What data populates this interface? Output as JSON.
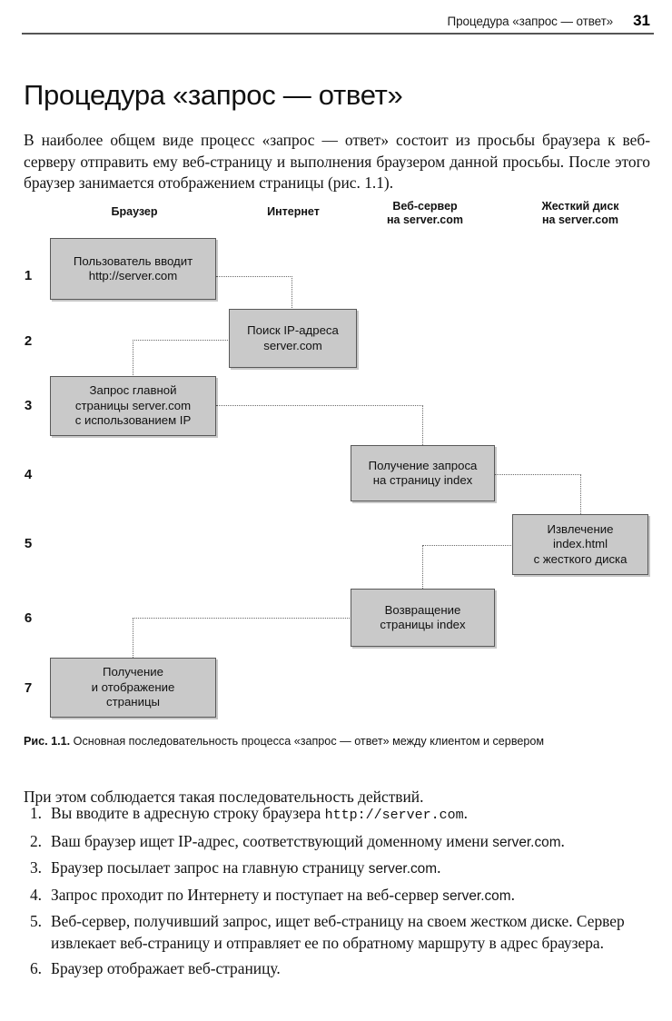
{
  "header": {
    "title": "Процедура «запрос — ответ»",
    "folio": "31"
  },
  "chapter": {
    "title": "Процедура «запрос — ответ»",
    "intro": "В наиболее общем виде процесс «запрос — ответ» состоит из просьбы браузера к веб-серверу отправить ему веб-страницу и выполнения браузером данной просьбы. После этого браузер занимается отображением страницы (рис. 1.1)."
  },
  "figure": {
    "columns": [
      {
        "label": "Браузер"
      },
      {
        "label": "Интернет"
      },
      {
        "label": "Веб-сервер\nна server.com"
      },
      {
        "label": "Жесткий диск\nна server.com"
      }
    ],
    "step_numbers": [
      "1",
      "2",
      "3",
      "4",
      "5",
      "6",
      "7"
    ],
    "boxes": [
      {
        "step": "1",
        "text": "Пользователь вводит\nhttp://server.com"
      },
      {
        "step": "2",
        "text": "Поиск IP-адреса\nserver.com"
      },
      {
        "step": "3",
        "text": "Запрос главной\nстраницы server.com\nс использованием IP"
      },
      {
        "step": "4",
        "text": "Получение запроса\nна страницу index"
      },
      {
        "step": "5",
        "text": "Извлечение\nindex.html\nс жесткого диска"
      },
      {
        "step": "6",
        "text": "Возвращение\nстраницы index"
      },
      {
        "step": "7",
        "text": "Получение\nи отображение\nстраницы"
      }
    ],
    "caption_prefix": "Рис. 1.1.",
    "caption_text": "Основная последовательность процесса «запрос — ответ» между клиентом и сервером",
    "colors": {
      "box_fill": "#c9c9c9",
      "box_border": "#595959",
      "connector": "#6a6a6a"
    }
  },
  "body": {
    "lead": "При этом соблюдается такая последовательность действий.",
    "list": [
      {
        "marker": "1.",
        "parts": [
          {
            "type": "text",
            "value": "Вы вводите в адресную строку браузера "
          },
          {
            "type": "mono",
            "value": "http://server.com"
          },
          {
            "type": "text",
            "value": "."
          }
        ]
      },
      {
        "marker": "2.",
        "parts": [
          {
            "type": "text",
            "value": "Ваш браузер ищет IP-адрес, соответствующий доменному имени "
          },
          {
            "type": "sans",
            "value": "server.com"
          },
          {
            "type": "text",
            "value": "."
          }
        ]
      },
      {
        "marker": "3.",
        "parts": [
          {
            "type": "text",
            "value": "Браузер посылает запрос на главную страницу "
          },
          {
            "type": "sans",
            "value": "server.com"
          },
          {
            "type": "text",
            "value": "."
          }
        ]
      },
      {
        "marker": "4.",
        "parts": [
          {
            "type": "text",
            "value": "Запрос проходит по Интернету и поступает на веб-сервер "
          },
          {
            "type": "sans",
            "value": "server.com"
          },
          {
            "type": "text",
            "value": "."
          }
        ]
      },
      {
        "marker": "5.",
        "parts": [
          {
            "type": "text",
            "value": "Веб-сервер, получивший запрос, ищет веб-страницу на своем жестком диске. Сервер извлекает веб-страницу и отправляет ее по обратному маршруту в адрес браузера."
          }
        ]
      },
      {
        "marker": "6.",
        "parts": [
          {
            "type": "text",
            "value": "Браузер отображает веб-страницу."
          }
        ]
      }
    ]
  }
}
